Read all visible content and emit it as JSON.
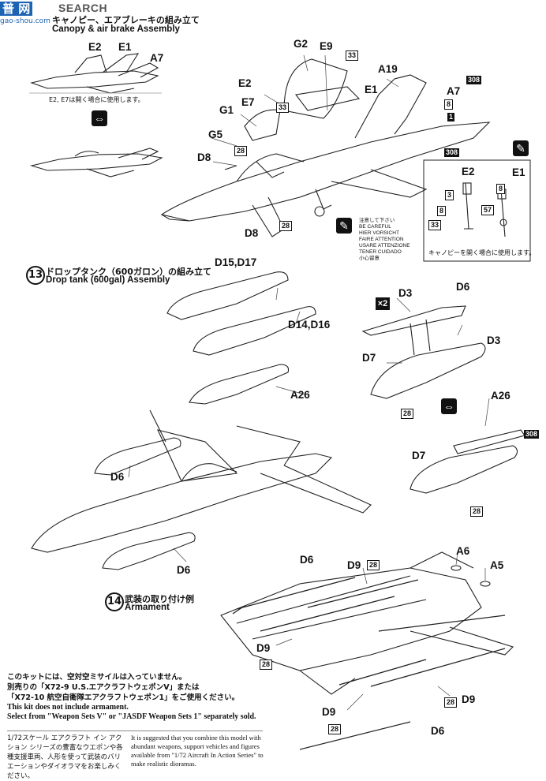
{
  "watermark": {
    "brand": "普 网",
    "url": "gao-shou.com",
    "search": "SEARCH"
  },
  "step12": {
    "title_jp": "キャノピー、エアブレーキの組み立て",
    "title_en": "Canopy & air brake Assembly",
    "caption_jp": "E2, E7は開く場合に使用します。",
    "caution_jp": "注意して下さい",
    "caution_lines": [
      "BE CAREFUL",
      "HIER VORSICHT",
      "FAIRE ATTENTION",
      "USARE ATTENZIONE",
      "TENER CUIDADO"
    ],
    "caution_cn": "小心留意",
    "inset_caption_jp": "キャノピーを開く場合に使用します。"
  },
  "step13": {
    "number": "13",
    "title_jp": "ドロップタンク（600ガロン）の組み立て",
    "title_en": "Drop tank (600gal) Assembly",
    "multiplier": "×2"
  },
  "step14": {
    "number": "14",
    "title_jp": "武装の取り付け例",
    "title_en": "Armament"
  },
  "parts": {
    "E2": "E2",
    "E1": "E1",
    "A7": "A7",
    "G2": "G2",
    "E9": "E9",
    "A19": "A19",
    "E7": "E7",
    "G1": "G1",
    "G5": "G5",
    "D8": "D8",
    "D15_D17": "D15,D17",
    "D14_D16": "D14,D16",
    "D3": "D3",
    "D6": "D6",
    "D7": "D7",
    "A26": "A26",
    "A6": "A6",
    "A5": "A5",
    "D9": "D9"
  },
  "numbers": {
    "n33": "33",
    "n308": "308",
    "n8": "8",
    "n1": "1",
    "n28": "28",
    "n3": "3",
    "n57": "57"
  },
  "note": {
    "jp1": "このキットには、空対空ミサイルは入っていません。",
    "jp2": "別売りの「X72-9 U.S.エアクラフトウェポンV」または",
    "jp3": "「X72-10 航空自衛隊エアクラフトウェポン1」をご使用ください。",
    "en1": "This kit does not include armament.",
    "en2": "Select from \"Weapon Sets V\" or \"JASDF Weapon Sets 1\" separately sold."
  },
  "footer": {
    "jp": "1/72スケール エアクラフト イン アクション シリーズの豊富なウエポンや各種支援車両、人形を使って武装のバリエーションやダイオラマをお楽しみください。",
    "en": "It is suggested that you combine this model with abundant weapons, support vehicles and figures available from \"1/72 Aircraft In Action Series\" to make realistic dioramas."
  }
}
